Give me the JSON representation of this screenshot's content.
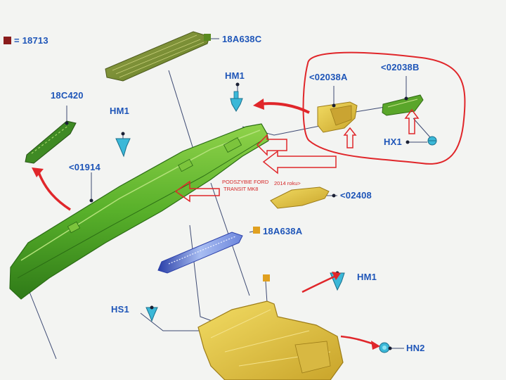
{
  "legend": {
    "swatch_color": "#8a1c1c",
    "text": "= 18713"
  },
  "labels": {
    "p18A638C_top": "18A638C",
    "hm1_top": "HM1",
    "p18C420": "18C420",
    "hm1_left": "HM1",
    "p01914": "<01914",
    "p02038A": "<02038A",
    "p02038B": "<02038B",
    "hx1": "HX1",
    "p02408": "<02408",
    "p18A638A": "18A638A",
    "hm1_bottom": "HM1",
    "hs1": "HS1",
    "hn2": "HN2"
  },
  "annotation": {
    "line1": "PODSZYBIE FORD",
    "line2": "2014 roku>",
    "line3": "TRANSIT MK8"
  },
  "colors": {
    "label_blue": "#1e55b8",
    "highlight_red": "#e0262a",
    "part_green": "#5bb42a",
    "part_yellow": "#e2c43c",
    "part_blue": "#7d9ae6",
    "clip_cyan": "#3bb8d8",
    "leader_line": "#3d4a73"
  }
}
